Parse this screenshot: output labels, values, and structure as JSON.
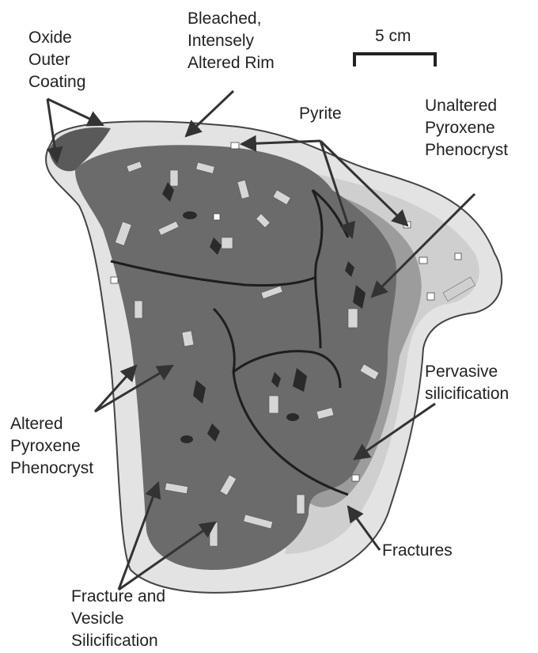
{
  "labels": {
    "oxide_coating": "Oxide\nOuter\nCoating",
    "bleached_rim": "Bleached,\nIntensely\nAltered Rim",
    "scale": "5 cm",
    "pyrite": "Pyrite",
    "unaltered_pyroxene": "Unaltered\nPyroxene\nPhenocryst",
    "pervasive_silicification": "Pervasive\nsilicification",
    "altered_pyroxene": "Altered\nPyroxene\nPhenocryst",
    "fractures": "Fractures",
    "fracture_vesicle_silicification": "Fracture and\nVesicle\nSilicification"
  },
  "colors": {
    "rim": "#e3e3e3",
    "outer_light": "#cfcfcf",
    "silicified_zone": "#9c9c9c",
    "core": "#6b6b6b",
    "fracture": "#1e1e1e",
    "phenocryst_light": "#d6d6d6",
    "phenocryst_dark": "#2a2a2a",
    "arrow": "#333333"
  }
}
